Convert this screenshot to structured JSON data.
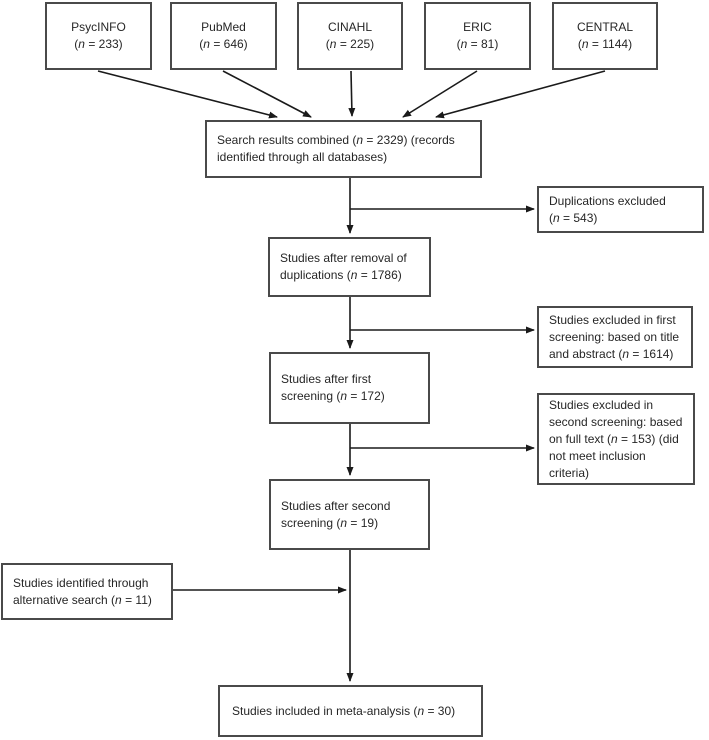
{
  "colors": {
    "box_border": "#4a4a4a",
    "text": "#262626",
    "arrow": "#1a1a1a",
    "background": "#ffffff"
  },
  "sources": [
    {
      "name": "PsycINFO",
      "count": "(n = 233)"
    },
    {
      "name": "PubMed",
      "count": "(n = 646)"
    },
    {
      "name": "CINAHL",
      "count": "(n = 225)"
    },
    {
      "name": "ERIC",
      "count": "(n = 81)"
    },
    {
      "name": "CENTRAL",
      "count": "(n = 1144)"
    }
  ],
  "nodes": {
    "search_combined": {
      "lines": [
        "Search results combined (n = 2329) (records",
        "identified through all databases)"
      ]
    },
    "duplications_excluded": {
      "lines": [
        "Duplications excluded",
        "(n = 543)"
      ]
    },
    "after_removal": {
      "lines": [
        "Studies after removal of",
        "duplications (n = 1786)"
      ]
    },
    "excluded_first": {
      "lines": [
        "Studies excluded in first",
        "screening: based on title",
        "and abstract (n = 1614)"
      ]
    },
    "after_first": {
      "lines": [
        "Studies after first",
        "screening (n = 172)"
      ]
    },
    "excluded_second": {
      "lines": [
        "Studies excluded in",
        "second screening: based",
        "on full text (n = 153) (did",
        "not meet inclusion",
        "criteria)"
      ]
    },
    "after_second": {
      "lines": [
        "Studies after second",
        "screening (n = 19)"
      ]
    },
    "alternative_search": {
      "lines": [
        "Studies identified through",
        "alternative search (n = 11)"
      ]
    },
    "included_meta": {
      "lines": [
        "Studies included in meta-analysis (n = 30)"
      ]
    }
  }
}
